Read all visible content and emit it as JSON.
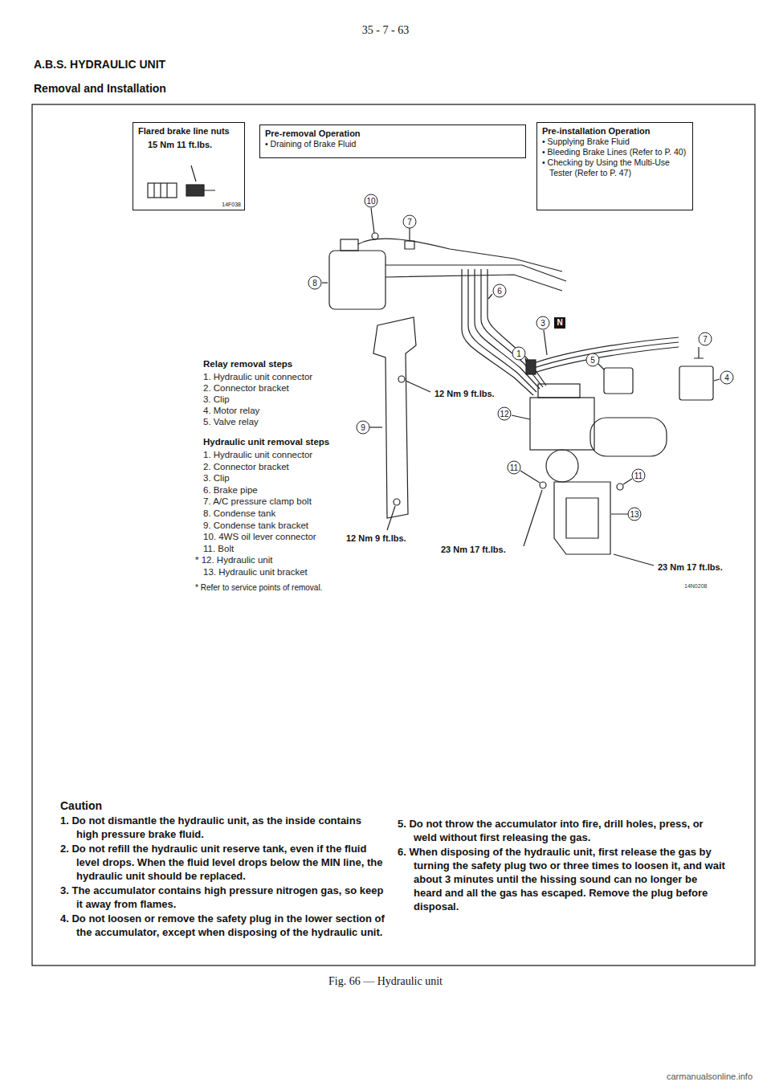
{
  "diagram": {
    "title": "A.B.S. HYDRAULIC UNIT",
    "caption": "Fig. 66 — Hydraulic unit",
    "nodes": [
      {
        "text": [
          "Flared brake line nuts",
          "15 Nm 11 ft.lbs.",
          "14F038"
        ]
      },
      {
        "text": [
          "Pre-removal Operation",
          "• Draining of Brake Fluid"
        ]
      },
      {
        "text": [
          "Pre-installation Operation",
          "• Supplying Brake Fluid",
          "• Bleeding Brake Lines (Refer to P. 40)",
          "• Checking by Using the Multi-Use Tester (Refer to P. 47)"
        ]
      }
    ],
    "labels": [
      "35 - 7 - 63",
      "Removal and Installation",
      "Relay removal steps",
      "1. Hydraulic unit connector",
      "2. Connector bracket",
      "3. Clip",
      "4. Motor relay",
      "5. Valve relay",
      "Hydraulic unit removal steps",
      "1. Hydraulic unit connector",
      "2. Connector bracket",
      "3. Clip",
      "6. Brake pipe",
      "7. A/C pressure clamp bolt",
      "8. Condense tank",
      "9. Condense tank bracket",
      "10. 4WS oil lever connector",
      "11. Bolt",
      "* 12. Hydraulic unit",
      "13. Hydraulic unit bracket",
      "* Refer to service points of removal.",
      "12 Nm 9 ft.lbs.",
      "12 Nm 9 ft.lbs.",
      "23 Nm 17 ft.lbs.",
      "23 Nm 17 ft.lbs.",
      "10",
      "7",
      "8",
      "6",
      "3",
      "N",
      "5",
      "4",
      "7",
      "1",
      "9",
      "12",
      "11",
      "11",
      "13",
      "14N0208",
      "Caution",
      "1. Do not dismantle the hydraulic unit, as the inside contains high pressure brake fluid.",
      "2. Do not refill the hydraulic unit reserve tank, even if the fluid level drops. When the fluid level drops below the MIN line, the hydraulic unit should be replaced.",
      "3. The accumulator contains high pressure nitrogen gas, so keep it away from flames.",
      "4. Do not loosen or remove the safety plug in the lower section of the accumulator, except when disposing of the hydraulic unit.",
      "5. Do not throw the accumulator into fire, drill holes, press, or weld without first releasing the gas.",
      "6. When disposing of the hydraulic unit, first release the gas by turning the safety plug two or three times to loosen it, and wait about 3 minutes until the hissing sound can no longer be heard and all the gas has escaped. Remove the plug before disposal.",
      "carmanualsonline.info"
    ]
  }
}
